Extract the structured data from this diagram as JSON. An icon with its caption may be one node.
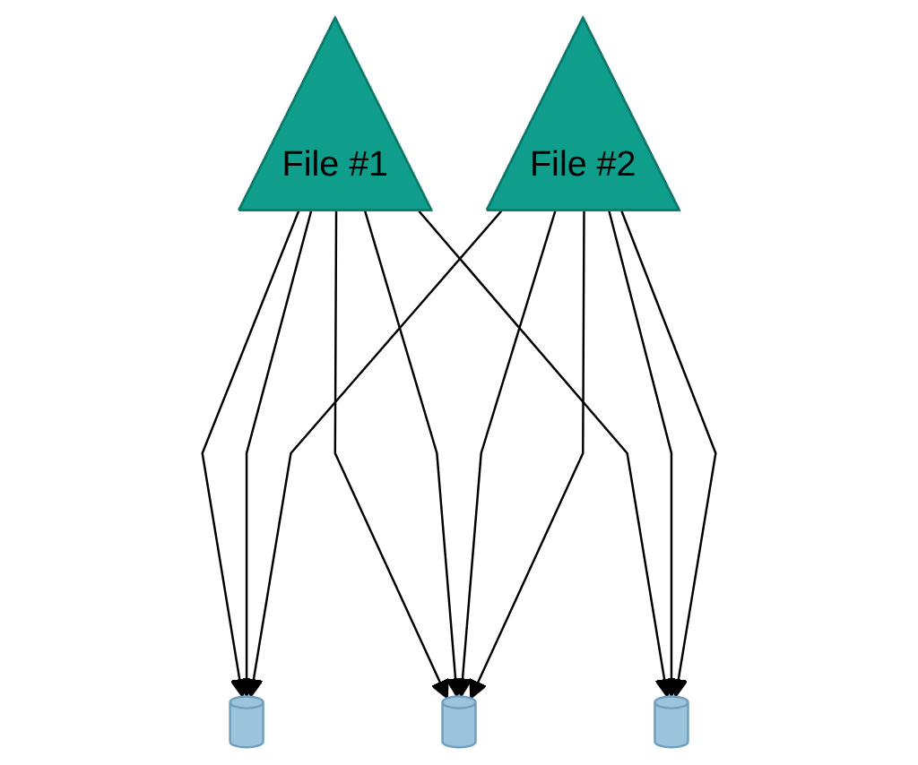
{
  "diagram": {
    "nodes": [
      {
        "text": [
          "File #1"
        ]
      },
      {
        "text": [
          "File #2"
        ]
      },
      {
        "text": [],
        "shape": "cylinder"
      },
      {
        "text": [],
        "shape": "cylinder"
      },
      {
        "text": [],
        "shape": "cylinder"
      }
    ],
    "edges": [
      {
        "from": 0,
        "to": 2,
        "arrow": "to"
      },
      {
        "from": 0,
        "to": 2,
        "arrow": "to"
      },
      {
        "from": 0,
        "to": 3,
        "arrow": "to"
      },
      {
        "from": 0,
        "to": 3,
        "arrow": "to"
      },
      {
        "from": 0,
        "to": 4,
        "arrow": "to"
      },
      {
        "from": 1,
        "to": 2,
        "arrow": "to"
      },
      {
        "from": 1,
        "to": 3,
        "arrow": "to"
      },
      {
        "from": 1,
        "to": 3,
        "arrow": "to"
      },
      {
        "from": 1,
        "to": 4,
        "arrow": "to"
      },
      {
        "from": 1,
        "to": 4,
        "arrow": "to"
      }
    ]
  }
}
